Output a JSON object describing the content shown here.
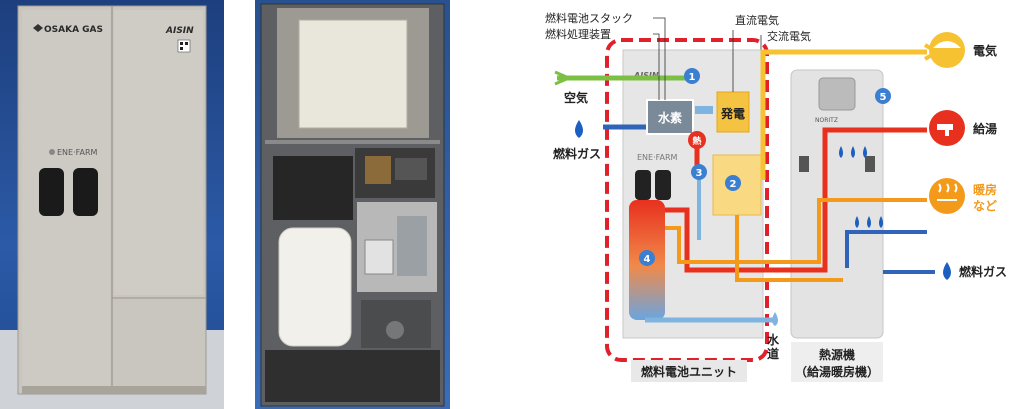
{
  "photo1": {
    "brand_left": "OSAKA GAS",
    "brand_right": "AISIN",
    "product": "ENE·FARM"
  },
  "diagram": {
    "labels": {
      "stack": "燃料電池スタック",
      "processor": "燃料処理装置",
      "dc": "直流電気",
      "ac": "交流電気",
      "electricity": "電気",
      "air": "空気",
      "fuel_gas_left": "燃料ガス",
      "hydrogen": "水素",
      "power_gen": "発電",
      "heat": "熱",
      "hot_water": "給湯",
      "heating_line1": "暖房",
      "heating_line2": "など",
      "fuel_gas_right": "燃料ガス",
      "water_line1": "水",
      "water_line2": "道",
      "unit_label": "燃料電池ユニット",
      "heat_source_line1": "熱源機",
      "heat_source_line2": "（給湯暖房機）",
      "unit_brand": "AISIN",
      "unit_product": "ENE·FARM",
      "heat_source_brand": "NORITZ"
    },
    "numbers": [
      "1",
      "2",
      "3",
      "4",
      "5"
    ],
    "colors": {
      "dashed_border": "#e0202a",
      "hot_line": "#e8301e",
      "warm_line": "#f49a1a",
      "cold_line": "#2f64b8",
      "air_line": "#7cc043",
      "ac_line": "#f7c232",
      "circle_blue": "#3a7fd0"
    }
  }
}
